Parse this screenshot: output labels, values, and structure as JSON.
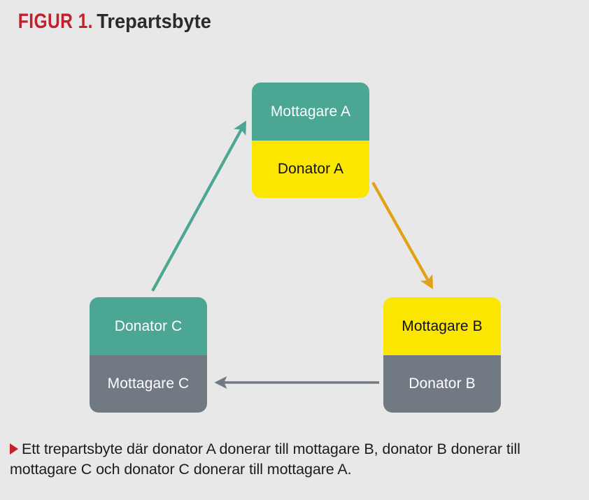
{
  "figure": {
    "label": "FIGUR 1.",
    "name": "Trepartsbyte",
    "caption": "Ett trepartsbyte där donator A donerar till mottagare B, donator B donerar till mottagare C och donator C donerar till mottagare A."
  },
  "colors": {
    "background": "#e8e8e8",
    "red": "#c4202a",
    "teal": "#4ba793",
    "yellow": "#fae600",
    "gray": "#717a83",
    "orange": "#e3a012",
    "text_dark": "#1c1c1c",
    "text_light": "#ffffff"
  },
  "diagram": {
    "type": "cycle-diagram",
    "nodes": [
      {
        "id": "a",
        "position": "top",
        "top_label": "Mottagare A",
        "top_color": "#4ba793",
        "bottom_label": "Donator A",
        "bottom_color": "#fae600"
      },
      {
        "id": "c",
        "position": "bottom-left",
        "top_label": "Donator C",
        "top_color": "#4ba793",
        "bottom_label": "Mottagare C",
        "bottom_color": "#717a83"
      },
      {
        "id": "b",
        "position": "bottom-right",
        "top_label": "Mottagare B",
        "top_color": "#fae600",
        "bottom_label": "Donator B",
        "bottom_color": "#717a83"
      }
    ],
    "arrows": [
      {
        "id": "a-to-b",
        "from": "Donator A",
        "to": "Mottagare B",
        "color": "#e3a012"
      },
      {
        "id": "b-to-c",
        "from": "Donator B",
        "to": "Mottagare C",
        "color": "#717a83"
      },
      {
        "id": "c-to-a",
        "from": "Donator C",
        "to": "Mottagare A",
        "color": "#4ba793"
      }
    ]
  }
}
